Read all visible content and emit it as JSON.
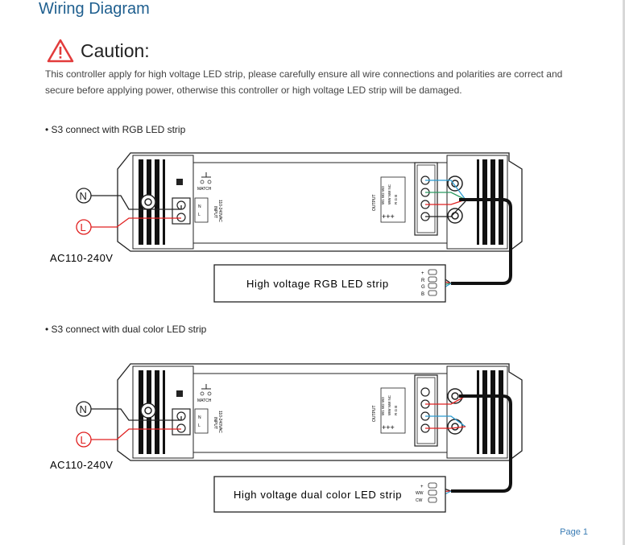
{
  "page": {
    "title": "Wiring Diagram",
    "caution_label": "Caution:",
    "caution_body": "This controller apply for high voltage LED strip, please carefully ensure all wire connections and polarities are correct and secure before applying power, otherwise this controller or high voltage LED strip will be damaged.",
    "page_number": "Page 1"
  },
  "diagram_rgb": {
    "section_title": "• S3 connect with RGB LED strip",
    "input_N": "N",
    "input_L": "L",
    "ac_label": "AC110-240V",
    "match_label": "MATCH",
    "input_label": "INPUT",
    "input_voltage": "110-240VAC",
    "output_label": "OUTPUT",
    "output_cols": [
      "W1",
      "W2",
      "W3"
    ],
    "output_cols2": [
      "WW",
      "NW",
      "NC"
    ],
    "output_pins": [
      "B",
      "G",
      "R",
      "+"
    ],
    "strip_label": "High voltage RGB LED strip",
    "strip_pins": [
      "+",
      "R",
      "G",
      "B"
    ]
  },
  "diagram_dual": {
    "section_title": "• S3 connect with dual color LED strip",
    "input_N": "N",
    "input_L": "L",
    "ac_label": "AC110-240V",
    "match_label": "MATCH",
    "input_label": "INPUT",
    "input_voltage": "110-240VAC",
    "output_label": "OUTPUT",
    "strip_label": "High voltage dual color LED strip",
    "strip_pins": [
      "+",
      "WW",
      "CW"
    ]
  },
  "colors": {
    "title": "#1f5f8f",
    "caution_red": "#e23b3b",
    "wire_red": "#e02020",
    "wire_green": "#2a9a60",
    "wire_blue": "#2a9ad0",
    "wire_black": "#111111"
  }
}
